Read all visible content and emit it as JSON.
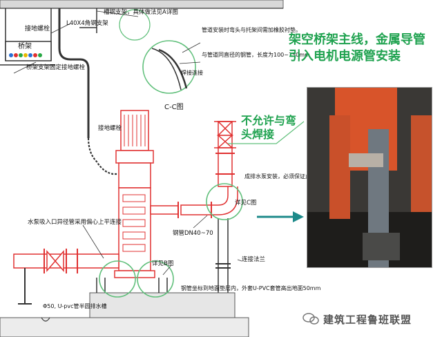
{
  "title": "架空桥架主线，金属导管引入电机电源管安装",
  "warning": "不允许与弯头焊接",
  "brand": "建筑工程鲁班联盟",
  "labels": {
    "ground_bolt": "接地螺栓",
    "tray": "桥架",
    "tray_support": "桥架支架固定接地螺栓",
    "angle_steel": "L40X4角钢支架",
    "groove_support": "槽钢支架，具体做法见A详图",
    "rubber_pad": "管道安装时弯头与托架间需加橡胶衬垫。",
    "steel_pipe_note": "与管道同直径的钢管，长度为100~150mm",
    "weld_pipe": "焊接连接",
    "cc_view": "C-C图",
    "ground_bolt2": "接地螺栓",
    "pump_note": "成排水泵安装，必须保证止逆管道在同一垂直平面上，成排安装。",
    "steel_pipe_dn": "钢管DN40~70",
    "detail_c": "详见C图",
    "inlet_note": "水泵吸入口异径管采用偏心上平连接",
    "detail_b": "详见B图",
    "flange": "连接法兰",
    "conduit_note": "钢管坐标到地面垫层内，外套U-PVC套管高出地面50mm",
    "drain": "Φ50, U-pvc管半圆排水槽"
  },
  "colors": {
    "accent_green": "#1fa24f",
    "pipe_red": "#e03030",
    "circle_green": "#5fbf7a",
    "arrow_teal": "#1d8a8a"
  },
  "icons": [
    "brand-logo-icon",
    "arrow-right-icon"
  ]
}
